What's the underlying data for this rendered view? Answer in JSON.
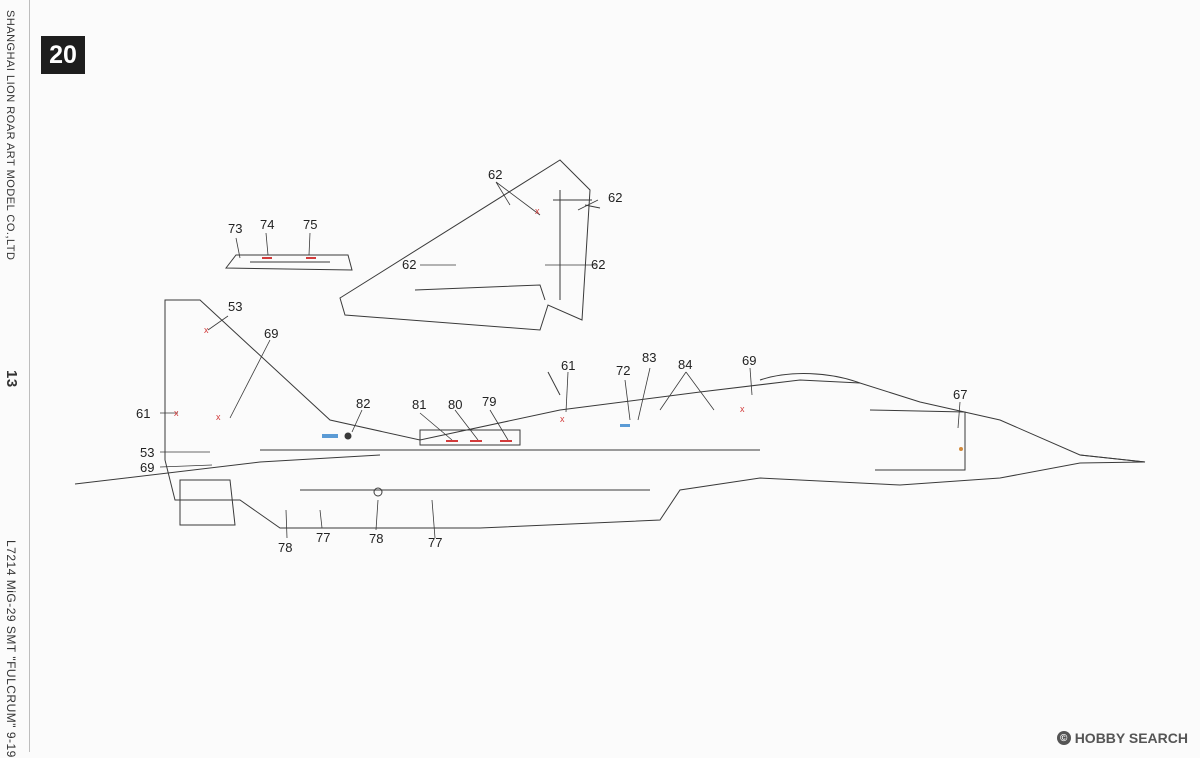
{
  "step_number": "20",
  "manufacturer_vertical": "SHANGHAI LION ROAR ART MODEL CO.,LTD",
  "page_number": "13",
  "kit_vertical": "L7214  MiG-29 SMT \"FULCRUM\" 9-19",
  "watermark": {
    "copyright": "©",
    "brand": "HOBBY SEARCH"
  },
  "callouts": {
    "c62a": "62",
    "c62b": "62",
    "c62c": "62",
    "c62d": "62",
    "c73": "73",
    "c74": "74",
    "c75": "75",
    "c53a": "53",
    "c69a": "69",
    "c61a": "61",
    "c53b": "53",
    "c69b": "69",
    "c82": "82",
    "c81": "81",
    "c80": "80",
    "c79": "79",
    "c61b": "61",
    "c72": "72",
    "c83": "83",
    "c84": "84",
    "c69c": "69",
    "c67": "67",
    "c78a": "78",
    "c77a": "77",
    "c78b": "78",
    "c77b": "77"
  },
  "colors": {
    "ink": "#3a3a3a",
    "marking_red": "#d23b3b",
    "marking_blue": "#5b9bd5"
  }
}
